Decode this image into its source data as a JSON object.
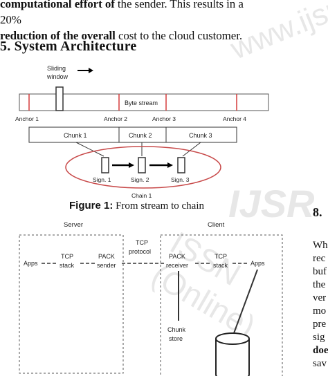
{
  "paragraph": {
    "line1_bold": "computational effort of",
    "line1_rest": " the sender. This results in a 20%",
    "line2_bold": "reduction of the overall",
    "line2_rest": " cost to the cloud customer."
  },
  "section": {
    "heading": "5. System Architecture"
  },
  "figure1": {
    "sliding_window_label": "Sliding window",
    "byte_stream_label": "Byte stream",
    "anchors": [
      "Anchor 1",
      "Anchor 2",
      "Anchor 3",
      "Anchor 4"
    ],
    "chunks": [
      "Chunk 1",
      "Chunk 2",
      "Chunk 3"
    ],
    "signatures": [
      "Sign. 1",
      "Sign. 2",
      "Sign. 3"
    ],
    "chain_label": "Chain 1",
    "caption_label": "Figure 1:",
    "caption_text": " From stream to chain"
  },
  "figure2": {
    "server_label": "Server",
    "client_label": "Client",
    "nodes": {
      "apps_left": "Apps",
      "tcp_stack_left": "TCP stack",
      "pack_sender": "PACK sender",
      "tcp_protocol": "TCP protocol",
      "pack_receiver": "PACK receiver",
      "tcp_stack_right": "TCP stack",
      "apps_right": "Apps",
      "chunk_store": "Chunk store"
    }
  },
  "right_column": {
    "section_number": "8.",
    "lines": [
      "Wh",
      "rec",
      "buf",
      "the",
      "ver",
      "mo",
      "pre",
      "sig",
      "doe",
      "sav"
    ]
  },
  "watermark": {
    "url": "www.ijsr",
    "issn": "ISSN (Online)",
    "logo": "IJSR"
  }
}
